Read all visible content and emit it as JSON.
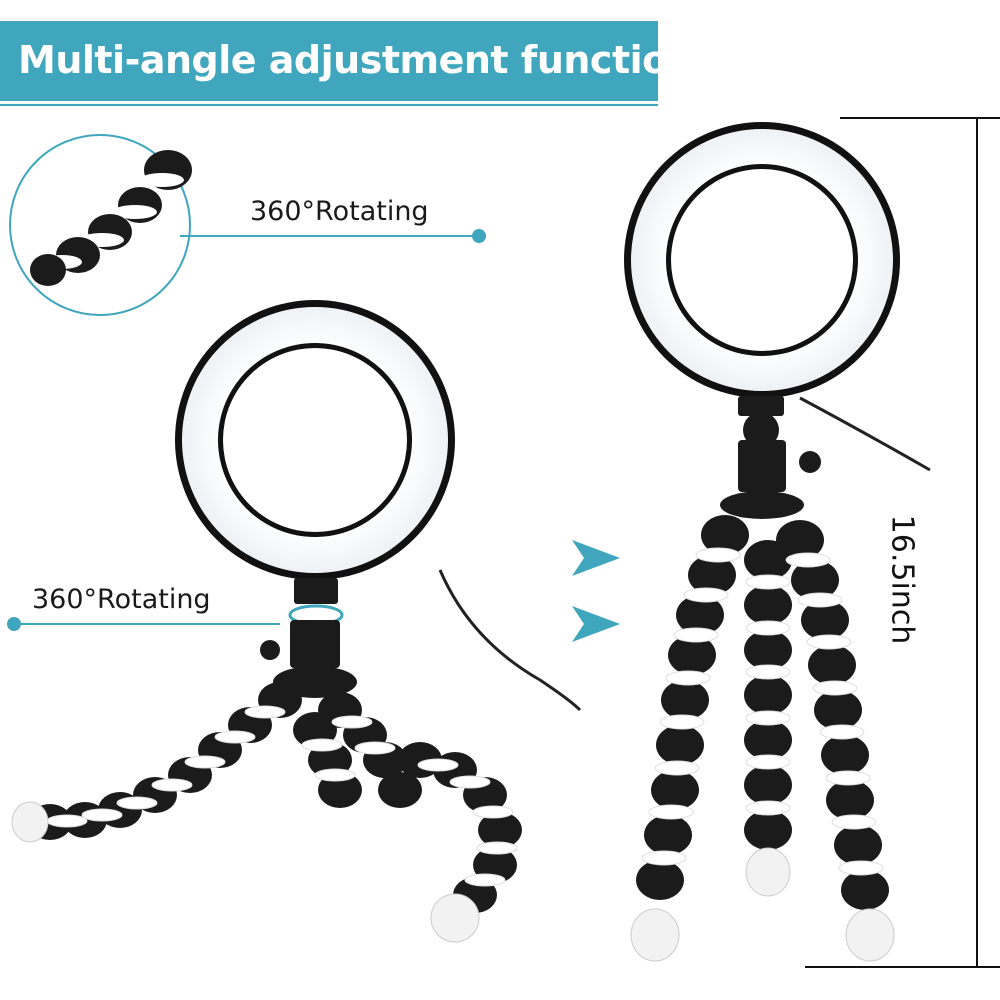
{
  "banner": {
    "title": "Multi-angle adjustment function"
  },
  "callouts": {
    "top": "360°Rotating",
    "middle": "360°Rotating"
  },
  "dimension": {
    "height_label": "16.5inch"
  },
  "colors": {
    "accent": "#3fa6bd",
    "ring_light": "#ffffff",
    "ring_frame": "#111111",
    "tripod_black": "#1b1b1b",
    "tripod_white": "#ffffff"
  },
  "icons": [
    "arrow-right-icon",
    "arrow-right-icon"
  ]
}
